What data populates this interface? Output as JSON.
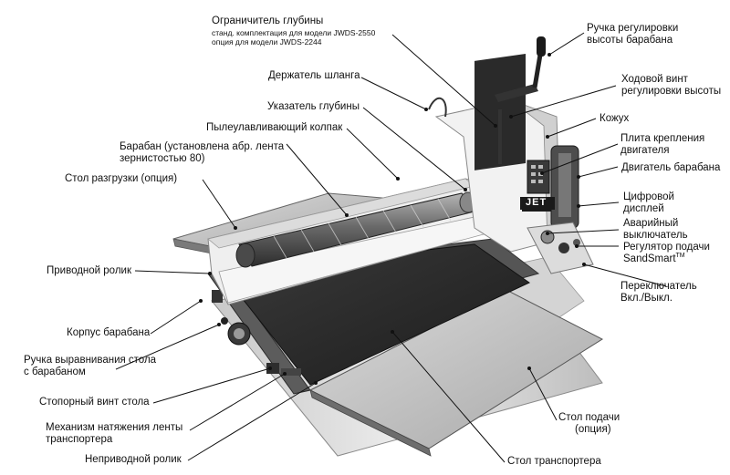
{
  "labels": {
    "depth_limiter": "Ограничитель глубины",
    "depth_limiter_std": "станд. комплектация для модели JWDS-2550",
    "depth_limiter_opt": "опция для модели JWDS-2244",
    "hose_holder": "Держатель шланга",
    "depth_indicator": "Указатель глубины",
    "dust_hood": "Пылеулавливающий колпак",
    "drum_line1": "Барабан (установлена абр. лента",
    "drum_line2": "зернистостью 80)",
    "outfeed_table": "Стол разгрузки (опция)",
    "drive_roller": "Приводной ролик",
    "drum_housing": "Корпус барабана",
    "table_align_line1": "Ручка выравнивания стола",
    "table_align_line2": "с барабаном",
    "table_lock_screw": "Стопорный винт стола",
    "belt_tension_line1": "Механизм натяжения ленты",
    "belt_tension_line2": "транспортера",
    "idler_roller": "Неприводной ролик",
    "conveyor_table": "Стол транспортера",
    "infeed_line1": "Стол подачи",
    "infeed_line2": "(опция)",
    "height_handle_line1": "Ручка регулировки",
    "height_handle_line2": "высоты барабана",
    "lead_screw_line1": "Ходовой винт",
    "lead_screw_line2": "регулировки высоты",
    "cover": "Кожух",
    "motor_plate_line1": "Плита крепления",
    "motor_plate_line2": "двигателя",
    "drum_motor": "Двигатель барабана",
    "display_line1": "Цифровой",
    "display_line2": "дисплей",
    "estop_line1": "Аварийный",
    "estop_line2": "выключатель",
    "feed_reg_line1": "Регулятор подачи",
    "feed_reg_line2": "SandSmart",
    "feed_reg_tm": "TM",
    "switch_line1": "Переключатель",
    "switch_line2": "Вкл./Выкл.",
    "brand": "JET"
  }
}
